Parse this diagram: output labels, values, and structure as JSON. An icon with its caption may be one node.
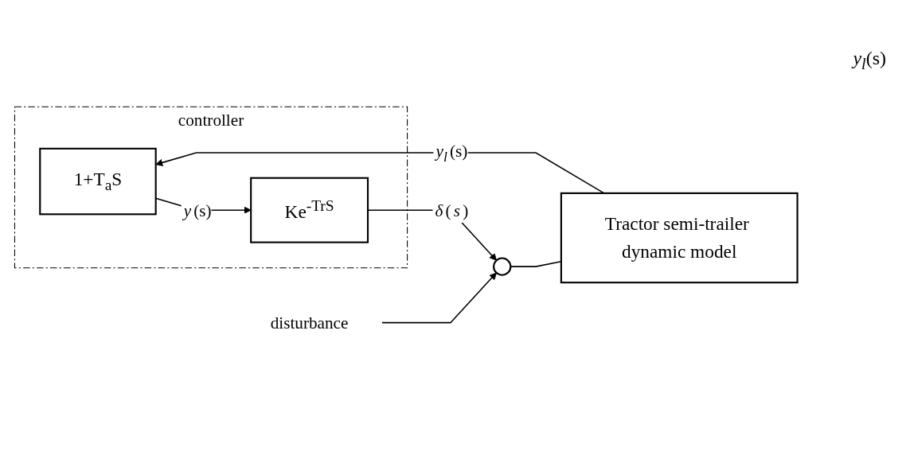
{
  "diagram": {
    "nodes": [
      {
        "text": [
          "controller"
        ]
      },
      {
        "text": [
          "1+T$_{a}$S"
        ],
        "in": 0
      },
      {
        "text": [
          "Ke$^{-TrS}$"
        ],
        "in": 0
      },
      {
        "text": [],
        "shape": "circle"
      },
      {
        "text": [
          "Tractor semi-trailer dynamic model"
        ]
      },
      {
        "text": [
          "disturbance"
        ]
      }
    ],
    "edges": [
      {
        "from": 1,
        "to": 2,
        "arrow": "to",
        "label": "*y*(s)"
      },
      {
        "from": 2,
        "to": 3,
        "arrow": "to",
        "label": "*δ*(*s*)"
      },
      {
        "from": 5,
        "to": 3,
        "arrow": "to"
      },
      {
        "from": 3,
        "to": 4,
        "arrow": "none"
      },
      {
        "from": 4,
        "to": 1,
        "arrow": "to",
        "label": "*y$_{l}$*(s)"
      }
    ],
    "labels": [
      "*y$_{l}$*(s)"
    ]
  }
}
